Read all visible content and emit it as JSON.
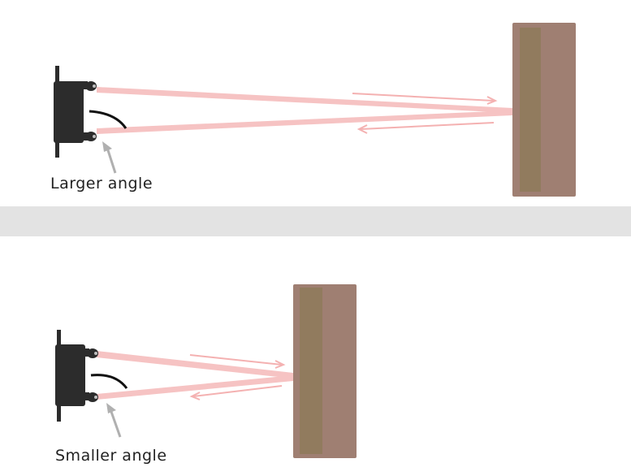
{
  "panels": [
    {
      "id": "far",
      "label": "Larger angle"
    },
    {
      "id": "near",
      "label": "Smaller angle"
    }
  ],
  "colors": {
    "background": "#ffffff",
    "divider": "#e3e3e3",
    "sensor_body": "#2c2c2c",
    "beam": "#f6c3c3",
    "flow_arrow": "#f4b1b1",
    "wall_outer": "#9f7f72",
    "wall_inner": "#917b5e",
    "pointer_arrow": "#b0b0b0"
  },
  "icons": [
    "proximity-sensor-icon",
    "wall-target",
    "angle-arc",
    "pointer-arrow"
  ]
}
